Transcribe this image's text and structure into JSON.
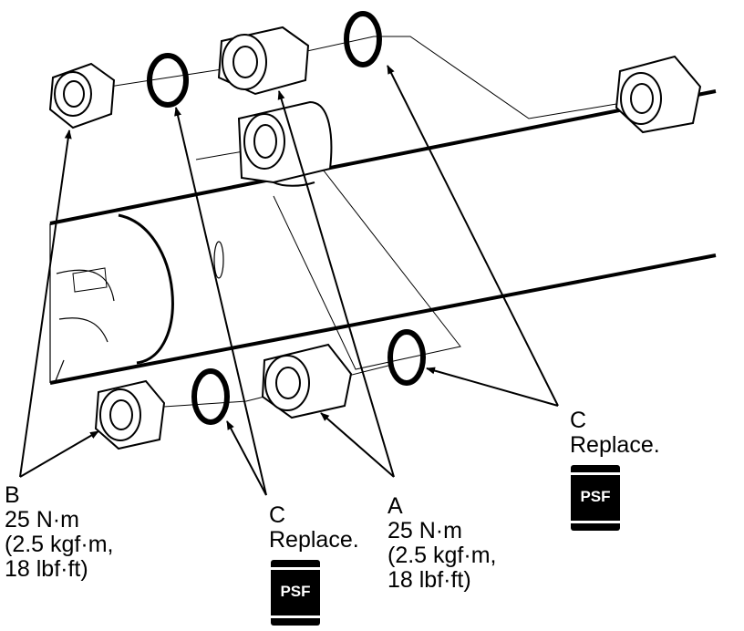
{
  "callouts": {
    "a": {
      "letter": "A",
      "torque_nm": "25 N·m",
      "torque_kgf": "(2.5 kgf·m,",
      "torque_lbf": "18 lbf·ft)"
    },
    "b": {
      "letter": "B",
      "torque_nm": "25 N·m",
      "torque_kgf": "(2.5 kgf·m,",
      "torque_lbf": "18 lbf·ft)"
    },
    "c_upper": {
      "letter": "C",
      "note": "Replace."
    },
    "c_lower": {
      "letter": "C",
      "note": "Replace."
    }
  },
  "badges": {
    "upper": {
      "label": "PSF"
    },
    "lower": {
      "label": "PSF"
    }
  },
  "colors": {
    "ink": "#000000",
    "paper": "#ffffff"
  }
}
